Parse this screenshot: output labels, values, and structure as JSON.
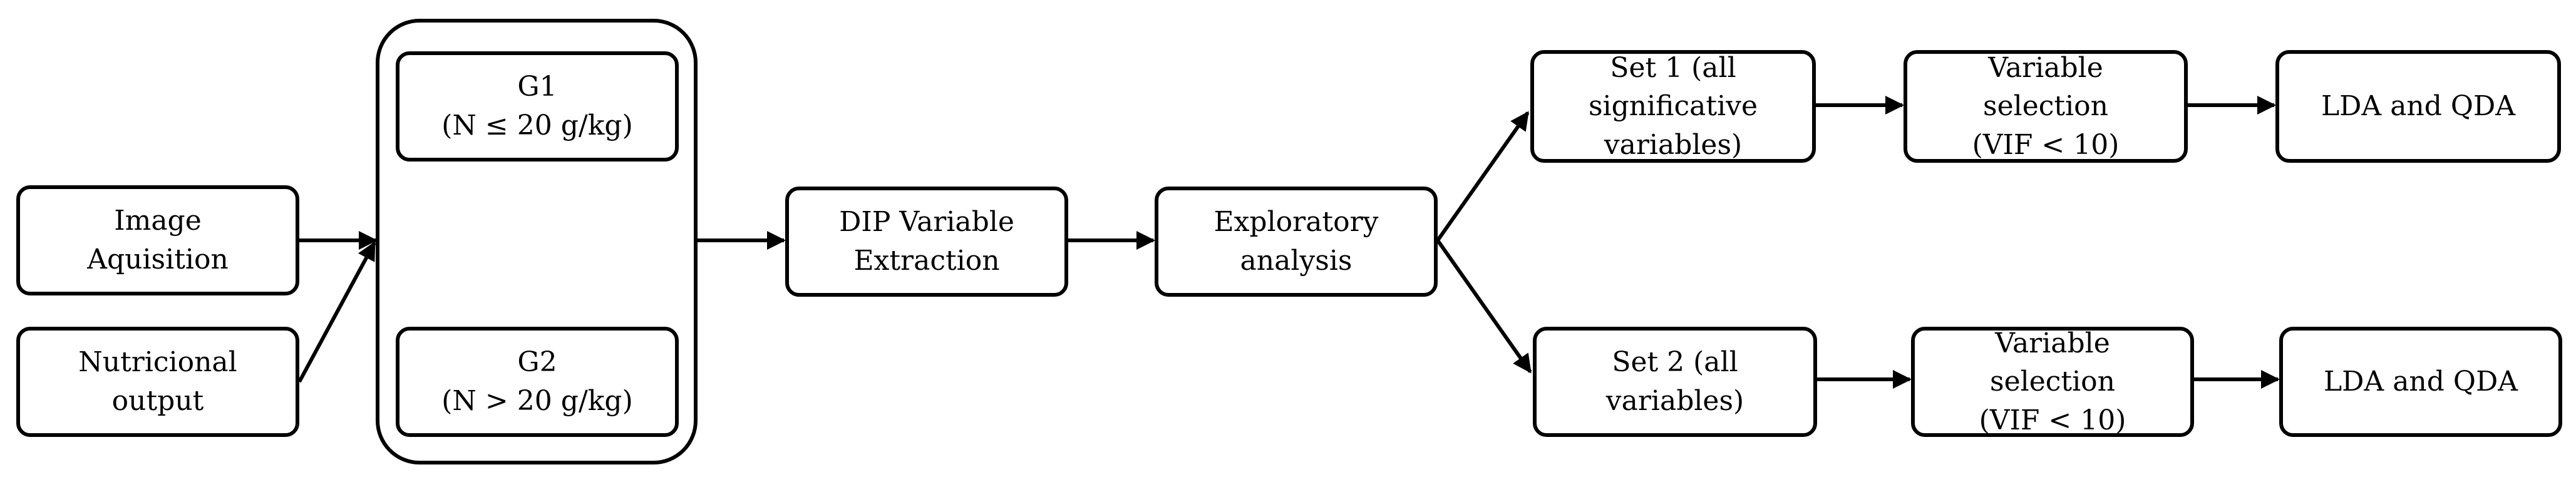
{
  "nodes": {
    "image_acquisition": {
      "lines": [
        "Image",
        "Aquisition"
      ]
    },
    "nutritional_output": {
      "lines": [
        "Nutricional",
        "output"
      ]
    },
    "g1": {
      "lines": [
        "G1",
        "(N ≤ 20 g/kg)"
      ]
    },
    "g2": {
      "lines": [
        "G2",
        "(N > 20 g/kg)"
      ]
    },
    "dip": {
      "lines": [
        "DIP Variable",
        "Extraction"
      ]
    },
    "exploratory": {
      "lines": [
        "Exploratory",
        "analysis"
      ]
    },
    "set1": {
      "lines": [
        "Set 1 (all",
        "significative",
        "variables)"
      ]
    },
    "set2": {
      "lines": [
        "Set 2 (all",
        "variables)"
      ]
    },
    "varsel1": {
      "lines": [
        "Variable",
        "selection",
        "(VIF < 10)"
      ]
    },
    "varsel2": {
      "lines": [
        "Variable",
        "selection",
        "(VIF < 10)"
      ]
    },
    "lda1": {
      "lines": [
        "LDA and QDA"
      ]
    },
    "lda2": {
      "lines": [
        "LDA and QDA"
      ]
    }
  }
}
